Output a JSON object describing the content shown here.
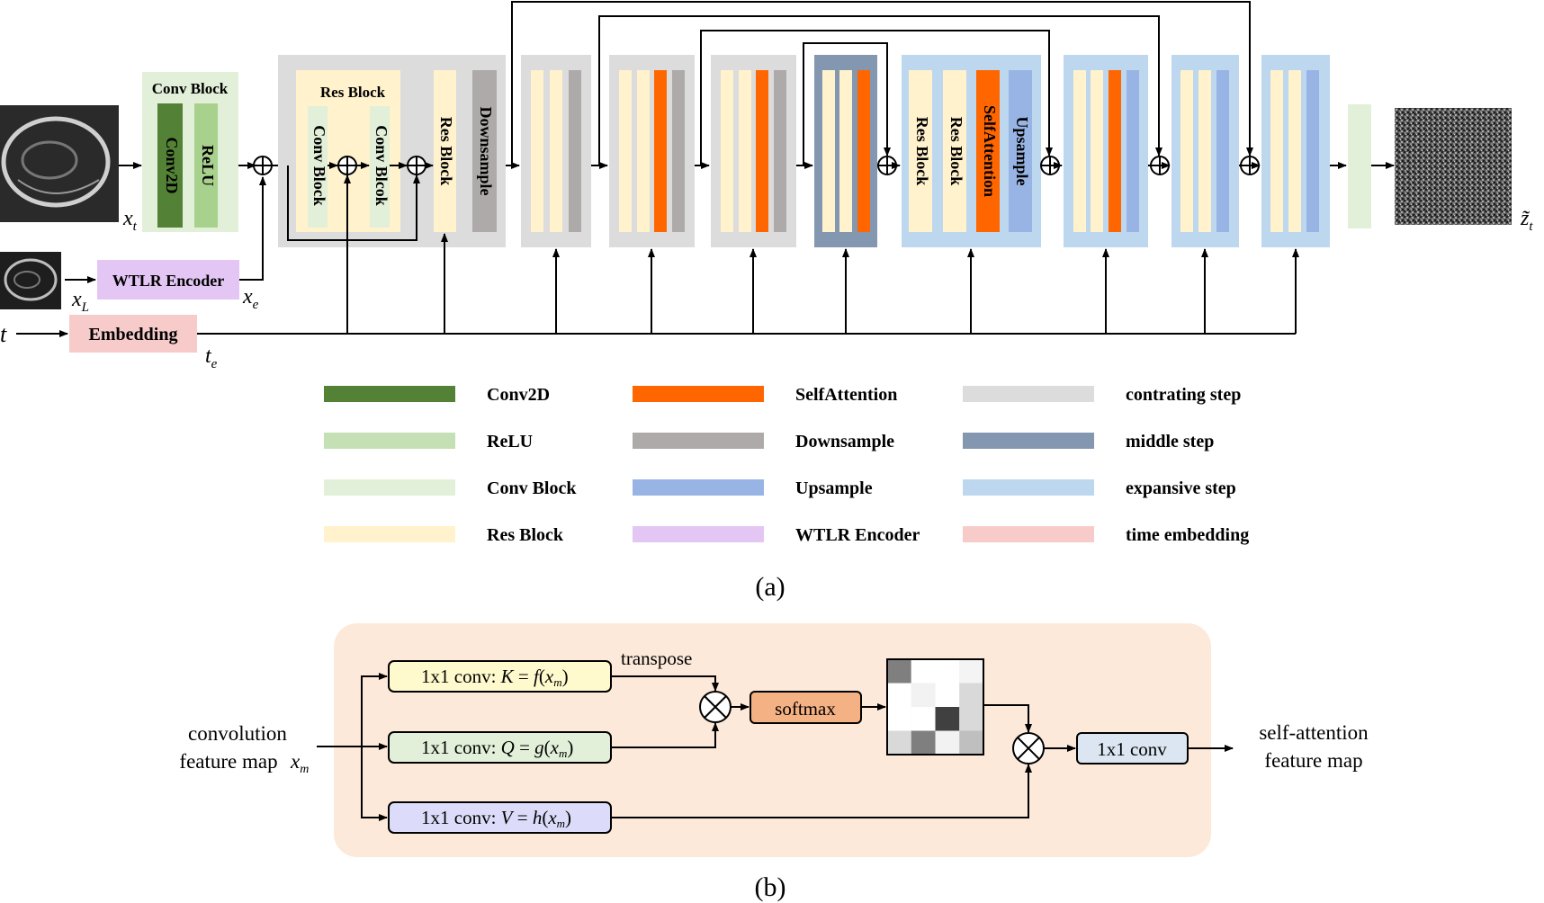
{
  "panel_a": {
    "caption": "(a)",
    "inputs": {
      "x_t": {
        "base": "x",
        "sub": "t"
      },
      "x_L": {
        "base": "x",
        "sub": "L"
      },
      "x_e": {
        "base": "x",
        "sub": "e"
      },
      "t": "t",
      "t_e": {
        "base": "t",
        "sub": "e"
      },
      "z_t": {
        "base": "z̃",
        "sub": "t"
      }
    },
    "conv_block": {
      "title": "Conv Block",
      "conv2d": "Conv2D",
      "relu": "ReLU"
    },
    "wtlr_encoder": "WTLR Encoder",
    "embedding": "Embedding",
    "first_stage": {
      "res_block_title": "Res Block",
      "conv_block_1": "Conv Block",
      "conv_block_2": "Conv Blcok",
      "res_block": "Res Block",
      "downsample": "Downsample"
    },
    "mid_stage": {
      "res_block_1": "Res Block",
      "res_block_2": "Res Block",
      "self_attention": "SelfAttention",
      "upsample": "Upsample"
    },
    "legend": [
      {
        "label": "Conv2D",
        "color": "#538135"
      },
      {
        "label": "SelfAttention",
        "color": "#ff6600"
      },
      {
        "label": "contrating step",
        "color": "#dcdcdc"
      },
      {
        "label": "ReLU",
        "color": "#c5e0b4"
      },
      {
        "label": "Downsample",
        "color": "#aeaaaa"
      },
      {
        "label": "middle step",
        "color": "#8497b0"
      },
      {
        "label": "Conv Block",
        "color": "#e2f0d9"
      },
      {
        "label": "Upsample",
        "color": "#98b4e4"
      },
      {
        "label": "expansive step",
        "color": "#bdd7ee"
      },
      {
        "label": "Res Block",
        "color": "#fff2cc"
      },
      {
        "label": "WTLR Encoder",
        "color": "#e4c6f5"
      },
      {
        "label": "time embedding",
        "color": "#f8cbcb"
      }
    ]
  },
  "panel_b": {
    "caption": "(b)",
    "input_label_line1": "convolution",
    "input_label_line2": "feature map",
    "input_var": {
      "base": "x",
      "sub": "m"
    },
    "k_conv": {
      "prefix": "1x1 conv: ",
      "lhs": "K",
      "fn": "f",
      "arg": "x",
      "sub": "m"
    },
    "q_conv": {
      "prefix": "1x1 conv: ",
      "lhs": "Q",
      "fn": "g",
      "arg": "x",
      "sub": "m"
    },
    "v_conv": {
      "prefix": "1x1 conv: ",
      "lhs": "V",
      "fn": "h",
      "arg": "x",
      "sub": "m"
    },
    "transpose": "transpose",
    "softmax": "softmax",
    "out_conv": "1x1 conv",
    "output_label_line1": "self-attention",
    "output_label_line2": "feature map"
  },
  "colors": {
    "conv2d": "#538135",
    "relu": "#c5e0b4",
    "conv_block": "#e2f0d9",
    "res_block": "#fff2cc",
    "self_attention": "#ff6600",
    "downsample": "#aeaaaa",
    "upsample": "#98b4e4",
    "wtlr": "#e4c6f5",
    "contracting": "#dcdcdc",
    "middle": "#8497b0",
    "expansive": "#bdd7ee",
    "time_embedding": "#f8cbcb",
    "panel_b_bg": "#fde9d9",
    "k_box": "#fffacd",
    "q_box": "#e2f0d9",
    "v_box": "#dcdcfa",
    "softmax": "#f4b183",
    "out_conv": "#dce6f2"
  },
  "attention_grid": [
    [
      "#7f7f7f",
      "#ffffff",
      "#ffffff",
      "#f4f4f4"
    ],
    [
      "#ffffff",
      "#f2f2f2",
      "#ffffff",
      "#d9d9d9"
    ],
    [
      "#ffffff",
      "#ffffff",
      "#404040",
      "#d9d9d9"
    ],
    [
      "#d9d9d9",
      "#7f7f7f",
      "#f2f2f2",
      "#bfbfbf"
    ]
  ],
  "icons": [
    "input-image-icon",
    "low-res-image-icon",
    "noise-image-icon",
    "sum-icon",
    "multiply-icon",
    "arrow-icon"
  ]
}
